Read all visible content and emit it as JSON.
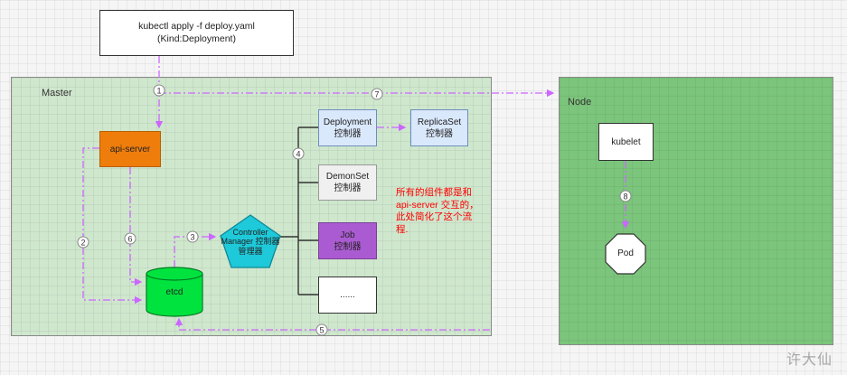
{
  "canvas": {
    "watermark": "许大仙"
  },
  "colors": {
    "canvas_bg": "#f5f5f5",
    "master_fill": "#cfe7cd",
    "node_fill": "#7cc57c",
    "api_server_fill": "#ee7d0c",
    "api_server_border": "#b85f00",
    "etcd_fill": "#00e33e",
    "etcd_border": "#007a24",
    "cm_fill": "#1ec9d9",
    "cm_border": "#0e8a99",
    "blue_fill": "#dae8fc",
    "blue_border": "#6c8ebf",
    "gray_fill": "#f0f0f0",
    "gray_border": "#999999",
    "job_fill": "#ab5bd1",
    "job_border": "#7a3f99",
    "white_fill": "#ffffff",
    "black_border": "#333333",
    "line_purple": "#cc66ff",
    "tree_black": "#333333",
    "annotation_red": "#ff0000",
    "watermark_gray": "#a6a6a6"
  },
  "kubectl_box": {
    "line1": "kubectl apply -f deploy.yaml",
    "line2": "(Kind:Deployment)"
  },
  "regions": {
    "master_label": "Master",
    "node_label": "Node"
  },
  "nodes": {
    "api_server": {
      "label": "api-server"
    },
    "etcd": {
      "label": "etcd"
    },
    "controller_manager": {
      "line1": "Controller",
      "line2": "Manager",
      "line3": "控制器管理器"
    },
    "deployment_controller": {
      "line1": "Deployment",
      "line2": "控制器"
    },
    "replicaset_controller": {
      "line1": "ReplicaSet",
      "line2": "控制器"
    },
    "demonset_controller": {
      "line1": "DemonSet",
      "line2": "控制器"
    },
    "job_controller": {
      "line1": "Job",
      "line2": "控制器"
    },
    "more_controllers": {
      "label": "......"
    },
    "kubelet": {
      "label": "kubelet"
    },
    "pod": {
      "label": "Pod"
    }
  },
  "annotation": {
    "text": "所有的组件都是和 api-server 交互的，此处简化了这个流程."
  },
  "badges": {
    "b1": "1",
    "b2": "2",
    "b3": "3",
    "b4": "4",
    "b5": "5",
    "b6": "6",
    "b7": "7",
    "b8": "8"
  }
}
